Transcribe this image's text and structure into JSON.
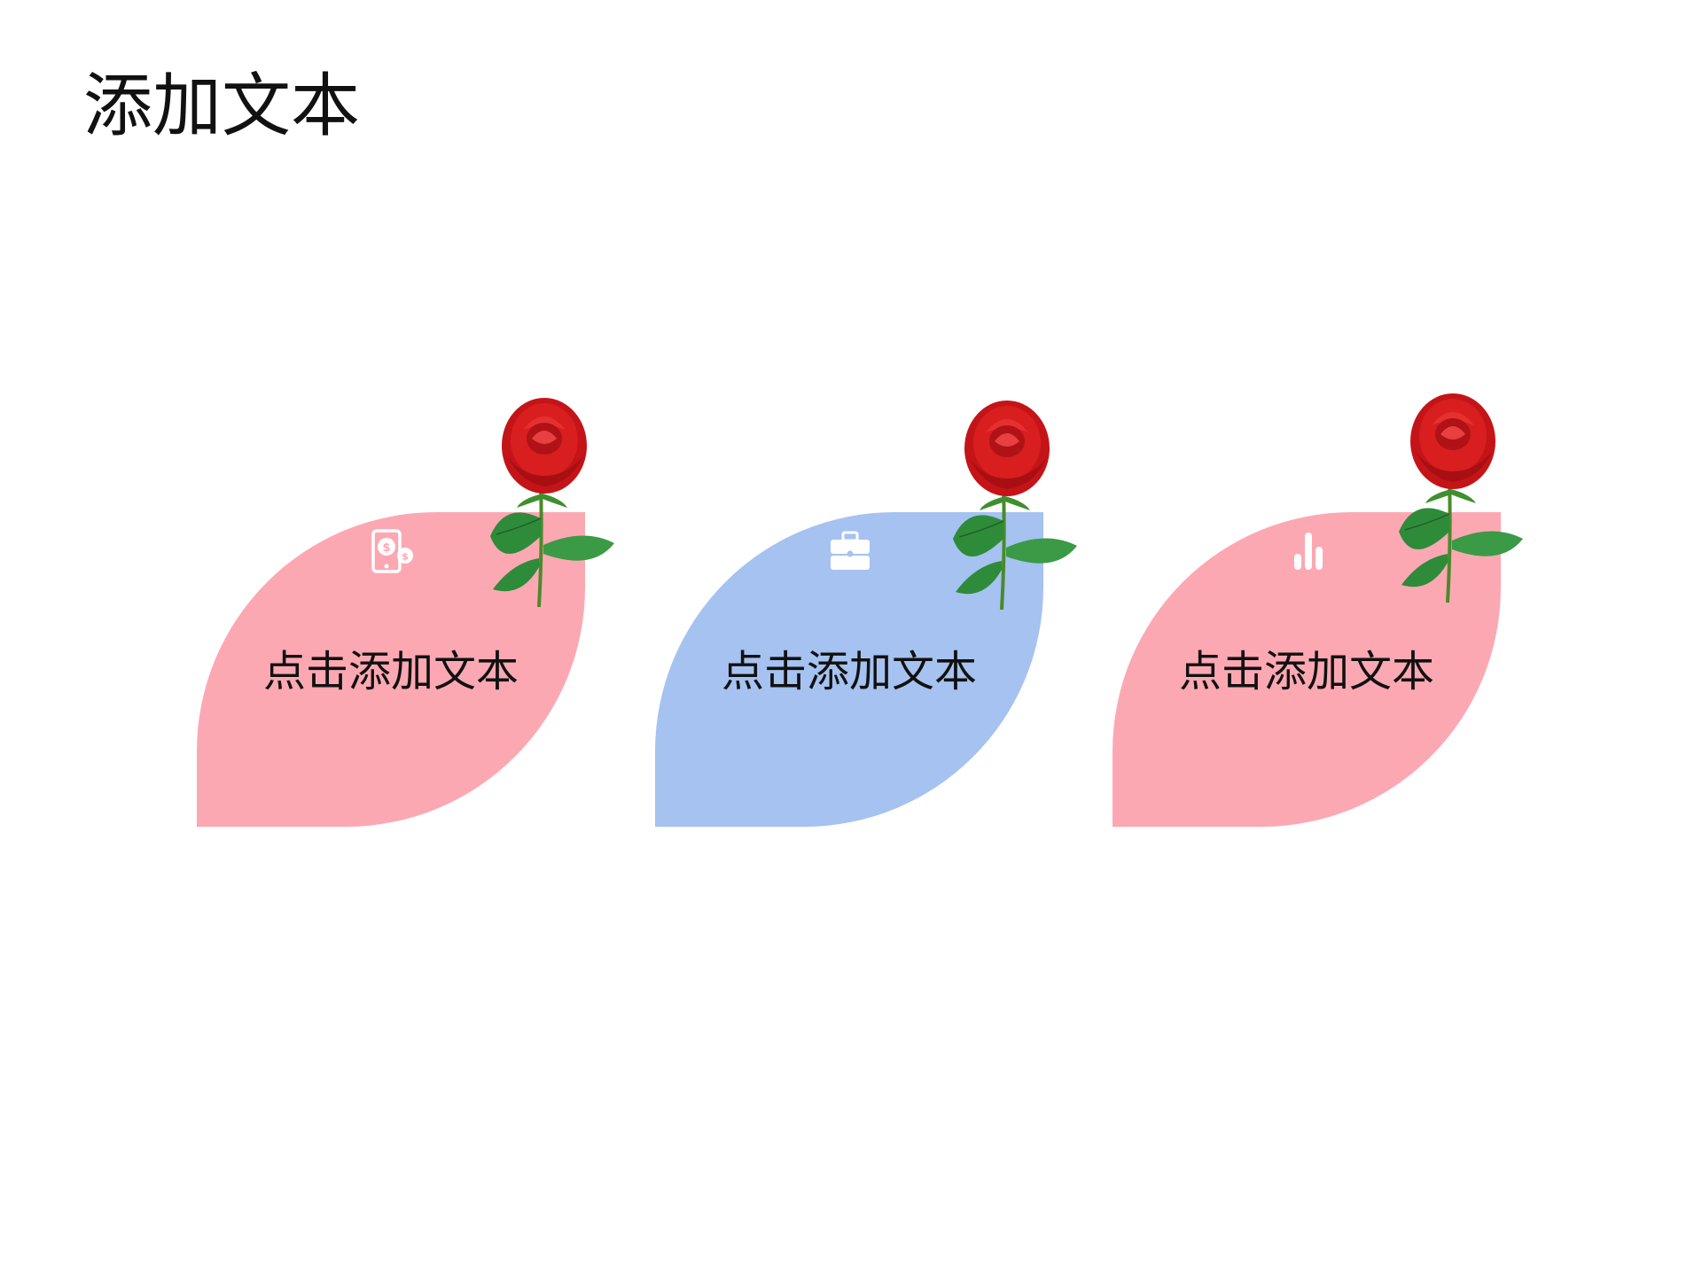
{
  "slide": {
    "title": "添加文本",
    "cards": [
      {
        "text": "点击添加文本",
        "icon": "mobile-payment-icon",
        "color": "#fca8b3"
      },
      {
        "text": "点击添加文本",
        "icon": "briefcase-icon",
        "color": "#a5c2f0"
      },
      {
        "text": "点击添加文本",
        "icon": "bar-chart-icon",
        "color": "#fca8b3"
      }
    ],
    "decoration": {
      "image": "red-rose",
      "colors": {
        "petal": "#d81e1e",
        "leaf": "#2e8b3a"
      }
    }
  }
}
